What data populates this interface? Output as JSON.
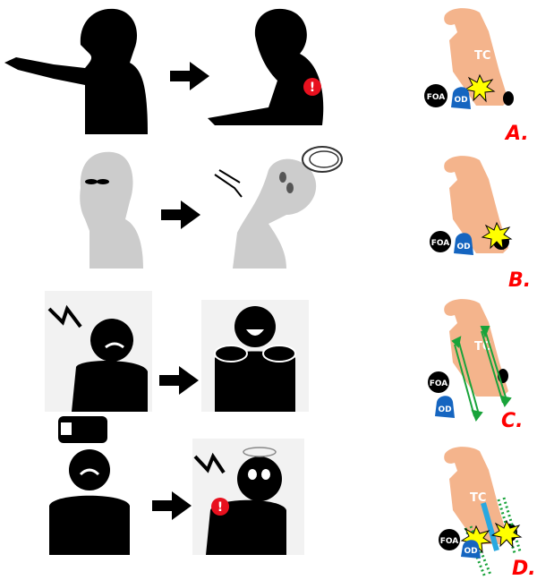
{
  "colors": {
    "tc": "#f4b48c",
    "od": "#1565c0",
    "foa": "#000000",
    "impact": "#ffff00",
    "arrow_green": "#19a33a",
    "rod": "#29a8e0",
    "alert": "#e8101e",
    "gray_figure": "#cccccc"
  },
  "panels": [
    {
      "letter": "A.",
      "tc_label": "TC",
      "foa_label": "FOA",
      "od_label": "OD"
    },
    {
      "letter": "B.",
      "foa_label": "FOA",
      "od_label": "OD"
    },
    {
      "letter": "C.",
      "tc_label": "TC",
      "foa_label": "FOA",
      "od_label": "OD"
    },
    {
      "letter": "D.",
      "tc_label": "TC",
      "foa_label": "FOA",
      "od_label": "OD"
    }
  ],
  "alert_symbol": "!"
}
